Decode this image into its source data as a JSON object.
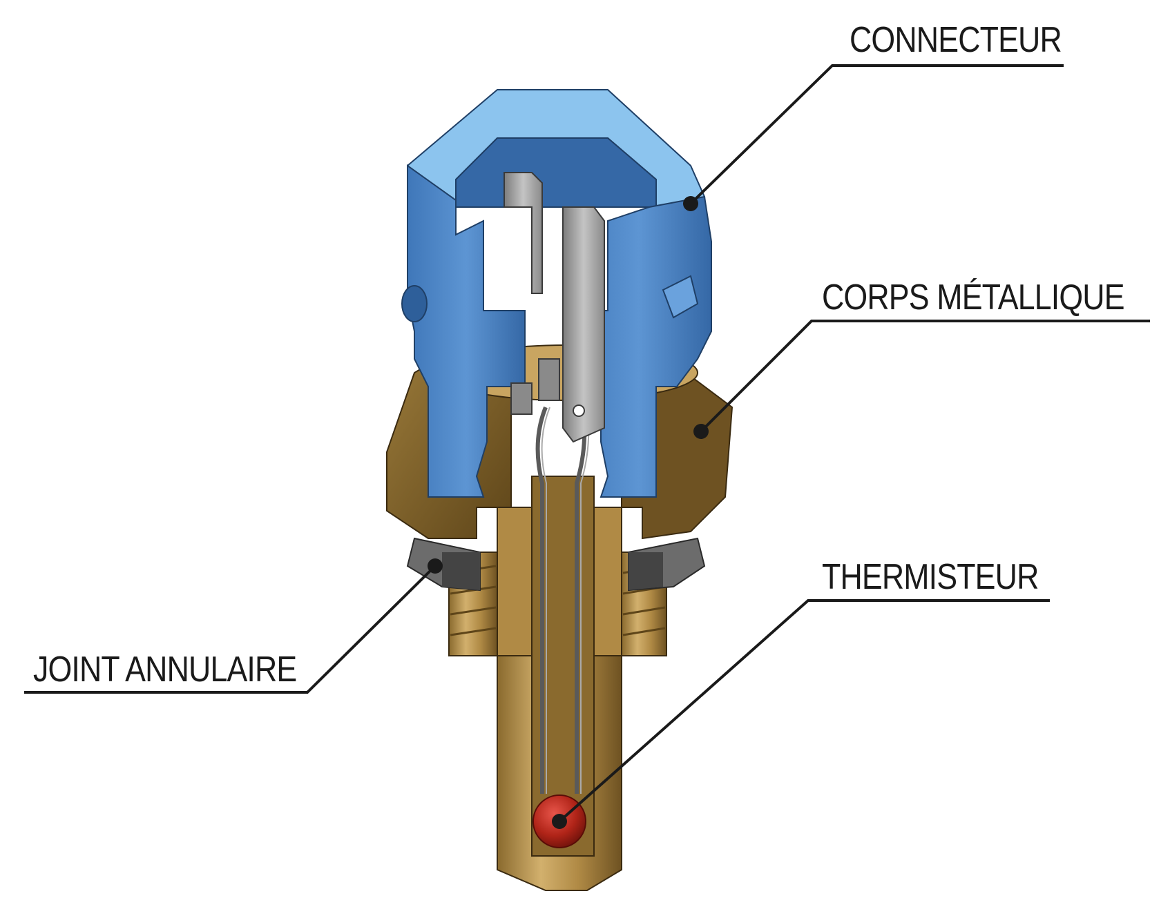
{
  "labels": {
    "connector": "CONNECTEUR",
    "metal_body": "CORPS MÉTALLIQUE",
    "thermistor": "THERMISTEUR",
    "o_ring": "JOINT ANNULAIRE"
  },
  "colors": {
    "connector_blue": "#4f86c6",
    "connector_dark": "#2e5f9a",
    "connector_light": "#8cc4ee",
    "brass": "#b08a45",
    "brass_dark": "#7d5f2a",
    "brass_light": "#d8b877",
    "pin_grey": "#9a9a9a",
    "gasket_grey": "#6c6c6c",
    "thermistor_red": "#b02418",
    "leader_line": "#1a1a1a"
  }
}
